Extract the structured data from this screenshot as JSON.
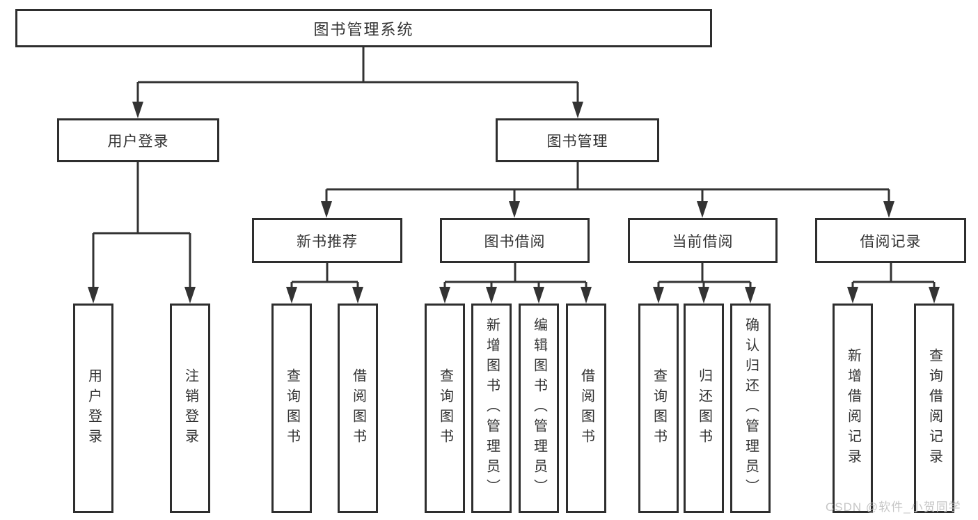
{
  "diagram": {
    "root": {
      "label": "图书管理系统"
    },
    "level2": [
      {
        "label": "用户登录"
      },
      {
        "label": "图书管理"
      }
    ],
    "level3": [
      {
        "label": "新书推荐"
      },
      {
        "label": "图书借阅"
      },
      {
        "label": "当前借阅"
      },
      {
        "label": "借阅记录"
      }
    ],
    "leaves": [
      {
        "label": "用户登录"
      },
      {
        "label": "注销登录"
      },
      {
        "label": "查询图书"
      },
      {
        "label": "借阅图书"
      },
      {
        "label": "查询图书"
      },
      {
        "label": "新增图书（管理员）"
      },
      {
        "label": "编辑图书（管理员）"
      },
      {
        "label": "借阅图书"
      },
      {
        "label": "查询图书"
      },
      {
        "label": "归还图书"
      },
      {
        "label": "确认归还（管理员）"
      },
      {
        "label": "新增借阅记录"
      },
      {
        "label": "查询借阅记录"
      }
    ]
  },
  "watermark": {
    "text": "CSDN @软件_小贺同学"
  },
  "colors": {
    "line": "#333333",
    "border": "#2e2e2e",
    "background": "#ffffff",
    "watermark_text": "#c6c6c6"
  }
}
